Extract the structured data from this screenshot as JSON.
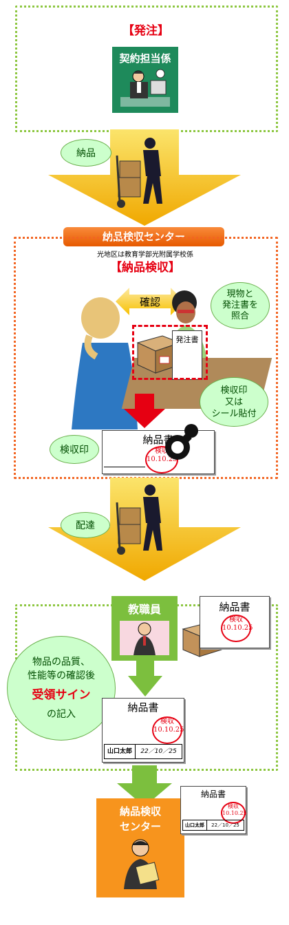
{
  "section1": {
    "title": "【発注】",
    "role_label": "契約担当係"
  },
  "delivery1": {
    "label": "納品"
  },
  "center_banner": {
    "label": "納品検収センター"
  },
  "section2": {
    "note": "光地区は教育学部光附属学校係",
    "title": "【納品検収】",
    "confirm_label": "確認",
    "compare_bubble": "現物と\n発注書を\n照合",
    "order_doc_label": "発注書",
    "stamp_bubble": "検収印\n又は\nシール貼付",
    "stamp_label_bubble": "検収印",
    "delivery_note_title": "納品書",
    "stamp_text_top": "検収",
    "stamp_date": "10.10.25"
  },
  "delivery2": {
    "label": "配達"
  },
  "section3": {
    "role_label": "教職員",
    "delivery_note_title": "納品書",
    "stamp_text_top": "検収",
    "stamp_date": "10.10.25",
    "bubble_line1": "物品の品質、",
    "bubble_line2": "性能等の確認後",
    "bubble_emphasis": "受領サイン",
    "bubble_line3": "の記入",
    "signed_note_title": "納品書",
    "signature_name": "山口太郎",
    "signature_date": "22／10／25"
  },
  "section4": {
    "role_label": "納品検収\nセンター",
    "delivery_note_title": "納品書",
    "signature_name": "山口太郎",
    "signature_date": "22／10／25",
    "stamp_text_top": "検収",
    "stamp_date": "10.10.25"
  },
  "colors": {
    "accent_red": "#e60012",
    "green": "#1e8a5b",
    "light_green": "#7cbf3e",
    "orange": "#f7941d",
    "arrow_yellow": "#f5b800"
  }
}
